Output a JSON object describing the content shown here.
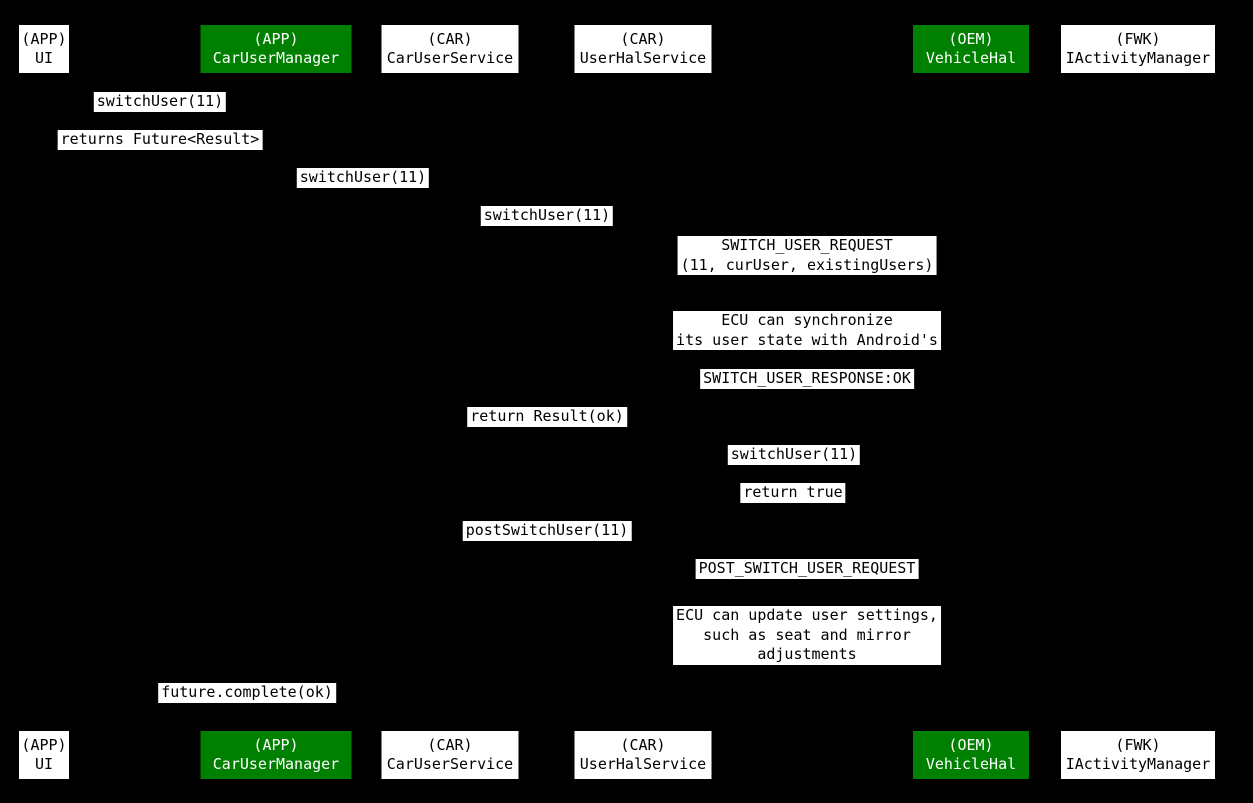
{
  "colors": {
    "background": "#000000",
    "participant_green_bg": "#008000",
    "participant_green_text": "#ffffff",
    "participant_white_bg": "#ffffff",
    "participant_white_text": "#000000",
    "message_bg": "#ffffff",
    "message_text": "#000000"
  },
  "participants": {
    "top": [
      {
        "label": "(APP)\nUI"
      },
      {
        "label": "(APP)\nCarUserManager"
      },
      {
        "label": "(CAR)\nCarUserService"
      },
      {
        "label": "(CAR)\nUserHalService"
      },
      {
        "label": "(OEM)\nVehicleHal"
      },
      {
        "label": "(FWK)\nIActivityManager"
      }
    ],
    "bottom": [
      {
        "label": "(APP)\nUI"
      },
      {
        "label": "(APP)\nCarUserManager"
      },
      {
        "label": "(CAR)\nCarUserService"
      },
      {
        "label": "(CAR)\nUserHalService"
      },
      {
        "label": "(OEM)\nVehicleHal"
      },
      {
        "label": "(FWK)\nIActivityManager"
      }
    ]
  },
  "messages": [
    {
      "text": "switchUser(11)"
    },
    {
      "text": "returns Future<Result>"
    },
    {
      "text": "switchUser(11)"
    },
    {
      "text": "switchUser(11)"
    },
    {
      "text": "SWITCH_USER_REQUEST\n(11, curUser, existingUsers)"
    },
    {
      "text": "ECU can synchronize\nits user state with Android's"
    },
    {
      "text": "SWITCH_USER_RESPONSE:OK"
    },
    {
      "text": "return Result(ok)"
    },
    {
      "text": "switchUser(11)"
    },
    {
      "text": "return true"
    },
    {
      "text": "postSwitchUser(11)"
    },
    {
      "text": "POST_SWITCH_USER_REQUEST"
    },
    {
      "text": "ECU can update user settings,\nsuch as seat and mirror\nadjustments"
    },
    {
      "text": "future.complete(ok)"
    }
  ]
}
